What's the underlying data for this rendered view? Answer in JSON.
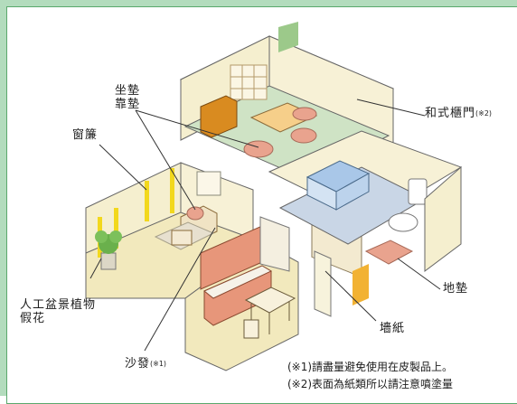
{
  "colors": {
    "frame": "#b3dcbd",
    "outline": "#5aa86c",
    "wall": "#f5efcf",
    "floor_tatami": "#cfe3c5",
    "floor_bath": "#c9d6e6",
    "curtain": "#f2d81d",
    "cabinet": "#d98b20",
    "cushion": "#e9a38e",
    "kitchen_counter": "#e7967a"
  },
  "labels": {
    "cushion": [
      "坐墊",
      "靠墊"
    ],
    "curtain": "窗簾",
    "fusuma": "和式櫃門",
    "fusuma_mark": "(※2)",
    "mat": "地墊",
    "artificial_plant": [
      "人工盆景植物",
      "假花"
    ],
    "wallpaper": "墻紙",
    "sofa": "沙發",
    "sofa_mark": "(※1)"
  },
  "notes": [
    "(※1)請盡量避免使用在皮製品上。",
    "(※2)表面為紙類所以請注意噴塗量"
  ]
}
